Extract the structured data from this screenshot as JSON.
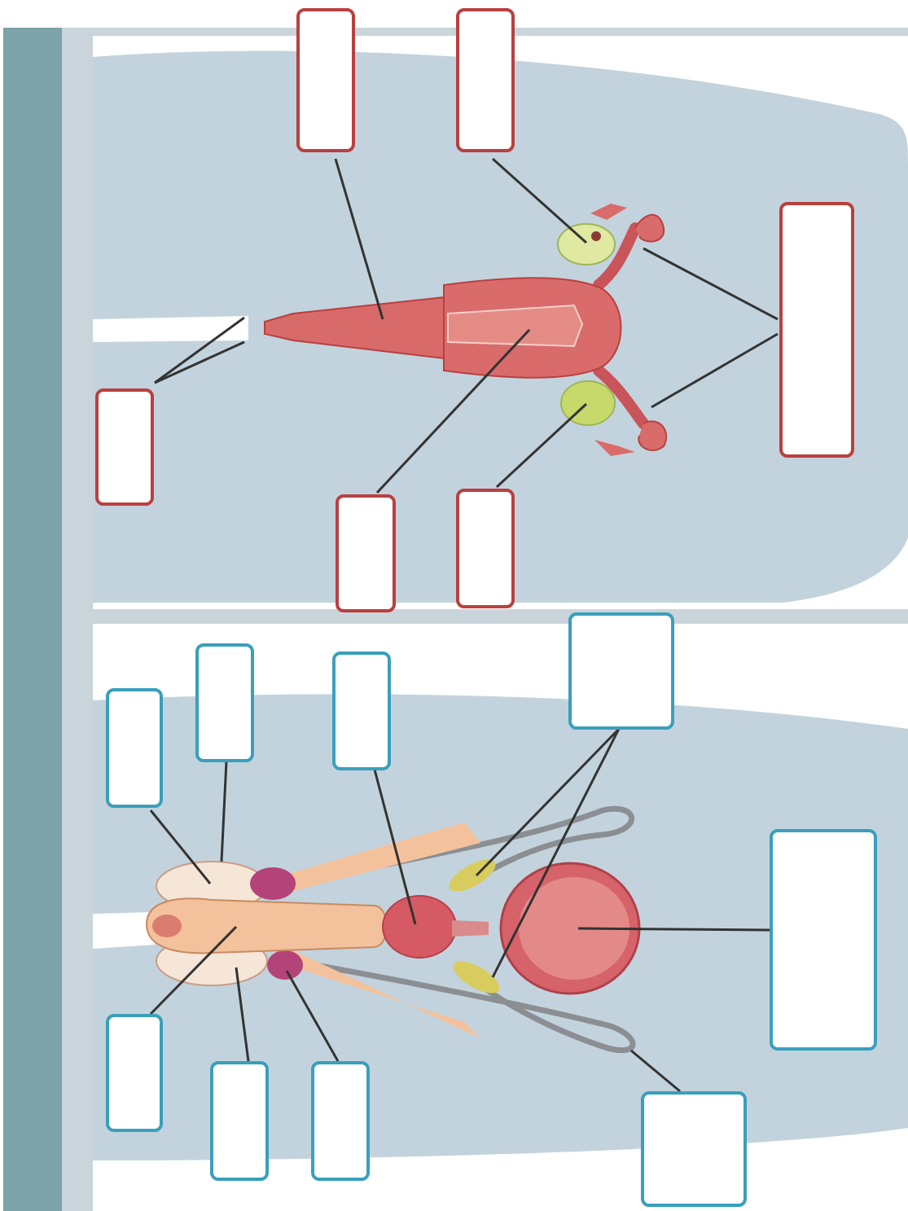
{
  "colors": {
    "page_background": "#ffffff",
    "left_bar": "#7ea3a8",
    "inner_bar": "#c9d5da",
    "panel_background": "#c3d3dd",
    "female_label_border": "#b9403f",
    "male_label_border": "#3a9fbb",
    "leader_line": "#333333",
    "uterus_red": "#d96b6b",
    "ovary_green": "#cfe08a",
    "testis_cream": "#f6e6d8",
    "penis_peach": "#f3c19b",
    "prostate_red": "#d65a63",
    "epididymis_magenta": "#b4437a",
    "seminal_vesicle_yellow": "#d8cc5e",
    "bladder_red": "#d6626a"
  },
  "panels": {
    "female": {
      "organs": [
        "uterus-icon",
        "vagina-icon",
        "ovary-icon",
        "fallopian-tube-icon"
      ],
      "label_boxes": [
        {
          "id": "female-label-1",
          "text": ""
        },
        {
          "id": "female-label-2",
          "text": ""
        },
        {
          "id": "female-label-3",
          "text": ""
        },
        {
          "id": "female-label-4",
          "text": ""
        },
        {
          "id": "female-label-5",
          "text": ""
        },
        {
          "id": "female-label-6",
          "text": ""
        }
      ]
    },
    "male": {
      "organs": [
        "testis-icon",
        "penis-icon",
        "prostate-icon",
        "seminal-vesicle-icon",
        "bladder-icon",
        "vas-deferens-icon"
      ],
      "label_boxes": [
        {
          "id": "male-label-1",
          "text": ""
        },
        {
          "id": "male-label-2",
          "text": ""
        },
        {
          "id": "male-label-3",
          "text": ""
        },
        {
          "id": "male-label-4",
          "text": ""
        },
        {
          "id": "male-label-5",
          "text": ""
        },
        {
          "id": "male-label-6",
          "text": ""
        },
        {
          "id": "male-label-7",
          "text": ""
        },
        {
          "id": "male-label-8",
          "text": ""
        },
        {
          "id": "male-label-9",
          "text": ""
        }
      ]
    }
  }
}
